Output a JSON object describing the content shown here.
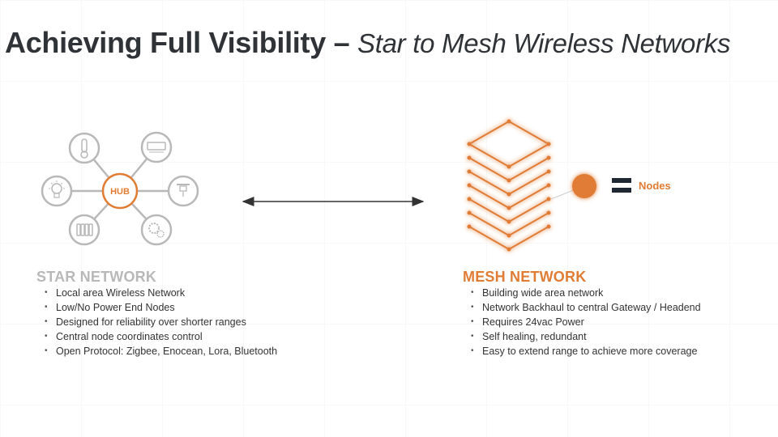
{
  "title": {
    "main": "Achieving Full Visibility –",
    "sub": "Star to Mesh Wireless Networks"
  },
  "star": {
    "hub_label": "HUB",
    "heading": "STAR NETWORK",
    "bullets": [
      "Local area Wireless Network",
      "Low/No Power End Nodes",
      "Designed for reliability over shorter ranges",
      "Central node coordinates control",
      "Open Protocol: Zigbee, Enocean, Lora, Bluetooth"
    ],
    "node_icons": [
      "thermometer-icon",
      "ac-unit-icon",
      "lightbulb-icon",
      "ceiling-light-icon",
      "radiator-icon",
      "gear-icon"
    ]
  },
  "mesh": {
    "heading": "MESH NETWORK",
    "legend_label": "Nodes",
    "bullets": [
      "Building wide area network",
      "Network Backhaul to central Gateway / Headend",
      "Requires 24vac Power",
      "Self healing, redundant",
      "Easy to extend range to achieve more coverage"
    ]
  },
  "colors": {
    "accent": "#e07c34",
    "gray": "#b8b8b8",
    "dark": "#2f3337"
  }
}
